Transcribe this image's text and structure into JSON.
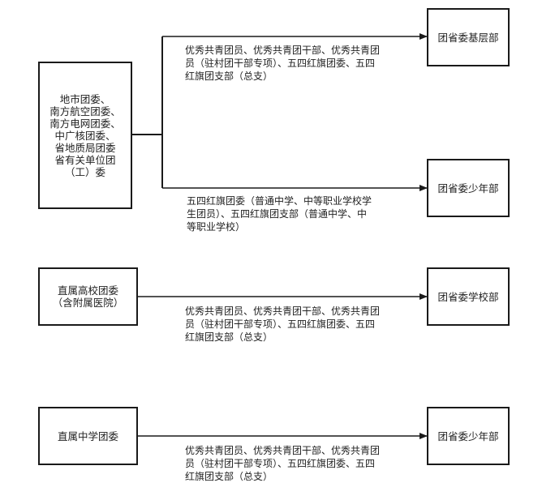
{
  "sources": {
    "local": "地市团委、\n南方航空团委、\n南方电网团委、\n中广核团委、\n省地质局团委\n省有关单位团\n（工）委",
    "university": "直属高校团委\n（含附属医院）",
    "middle_school": "直属中学团委"
  },
  "targets": {
    "grassroots_dept": "团省委基层部",
    "youth_dept_1": "团省委少年部",
    "school_dept": "团省委学校部",
    "youth_dept_2": "团省委少年部"
  },
  "edge_labels": {
    "local_to_grassroots": "优秀共青团员、优秀共青团干部、优秀共青团\n员（驻村团干部专项）、五四红旗团委、五四\n红旗团支部（总支）",
    "local_to_youth": "五四红旗团委（普通中学、中等职业学校学\n生团员）、五四红旗团支部（普通中学、中\n等职业学校）",
    "university_to_school": "优秀共青团员、优秀共青团干部、优秀共青团\n员（驻村团干部专项）、五四红旗团委、五四\n红旗团支部（总支）",
    "middle_to_youth": "优秀共青团员、优秀共青团干部、优秀共青团\n员（驻村团干部专项）、五四红旗团委、五四\n红旗团支部（总支）"
  },
  "colors": {
    "line": "#1a1a1a",
    "text": "#222222",
    "background": "#ffffff"
  }
}
